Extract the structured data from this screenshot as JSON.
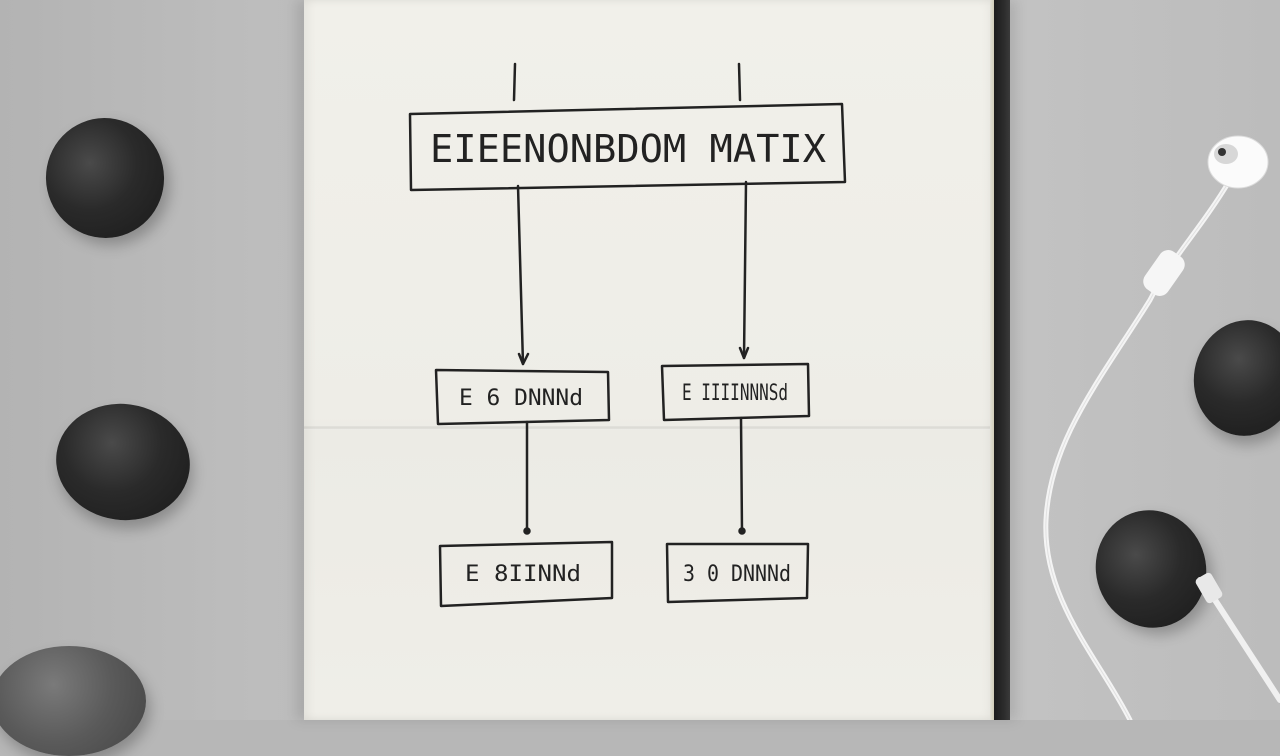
{
  "diagram": {
    "title": "EIEENONBDOM MATIX",
    "boxes": [
      {
        "label": "E 6 DNNNd"
      },
      {
        "label": "E IIIINNNSd"
      },
      {
        "label": "E 8IINNd"
      },
      {
        "label": "3 0 DNNNd"
      }
    ]
  },
  "colors": {
    "ink": "#222222",
    "paper": "#f0efe9",
    "desk": "#b9b9b9",
    "stone": "#2a2a2a"
  }
}
